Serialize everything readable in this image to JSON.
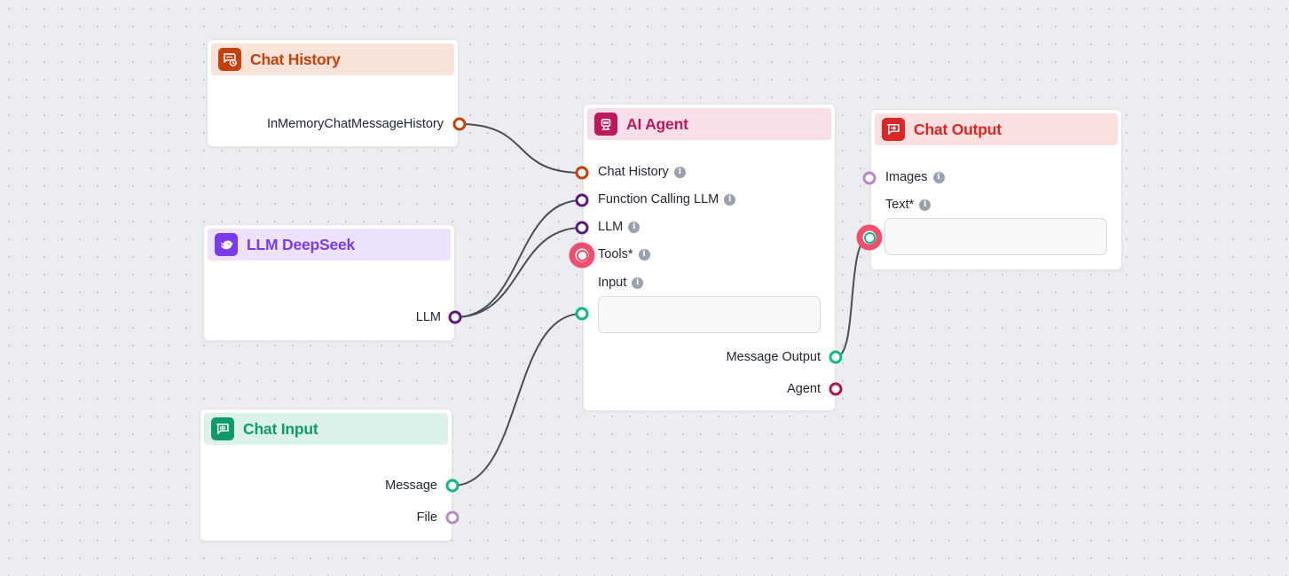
{
  "colors": {
    "chat_history": "#c2410c",
    "chat_history_bg": "#f8e3d9",
    "deepseek": "#7c3aed",
    "deepseek_bg": "#ece2fb",
    "chat_input": "#0f9a6c",
    "chat_input_bg": "#dcf1ea",
    "agent": "#be185d",
    "agent_bg": "#f6dfe8",
    "chat_output": "#dc2626",
    "chat_output_bg": "#fbe0e0",
    "edge": "#4b4d55",
    "handle_history": "#c2410c",
    "handle_llm": "#5b1a7a",
    "handle_message": "#10b981",
    "handle_file": "#b58ac2",
    "handle_agent": "#b0144e",
    "handle_images": "#b58ac2",
    "handle_tools": "#f0506e"
  },
  "nodes": {
    "chat_history": {
      "title": "Chat History",
      "icon": "chat-history-icon",
      "outputs": [
        "InMemoryChatMessageHistory"
      ]
    },
    "llm_deepseek": {
      "title": "LLM DeepSeek",
      "icon": "deepseek-whale-icon",
      "outputs": [
        "LLM"
      ]
    },
    "chat_input": {
      "title": "Chat Input",
      "icon": "chat-input-icon",
      "outputs": [
        "Message",
        "File"
      ]
    },
    "ai_agent": {
      "title": "AI Agent",
      "icon": "robot-icon",
      "inputs": [
        "Chat History",
        "Function Calling LLM",
        "LLM",
        "Tools*",
        "Input"
      ],
      "input_value": "",
      "outputs": [
        "Message Output",
        "Agent"
      ]
    },
    "chat_output": {
      "title": "Chat Output",
      "icon": "chat-output-icon",
      "inputs": [
        "Images",
        "Text*"
      ],
      "text_value": ""
    }
  },
  "info_glyph": "i"
}
